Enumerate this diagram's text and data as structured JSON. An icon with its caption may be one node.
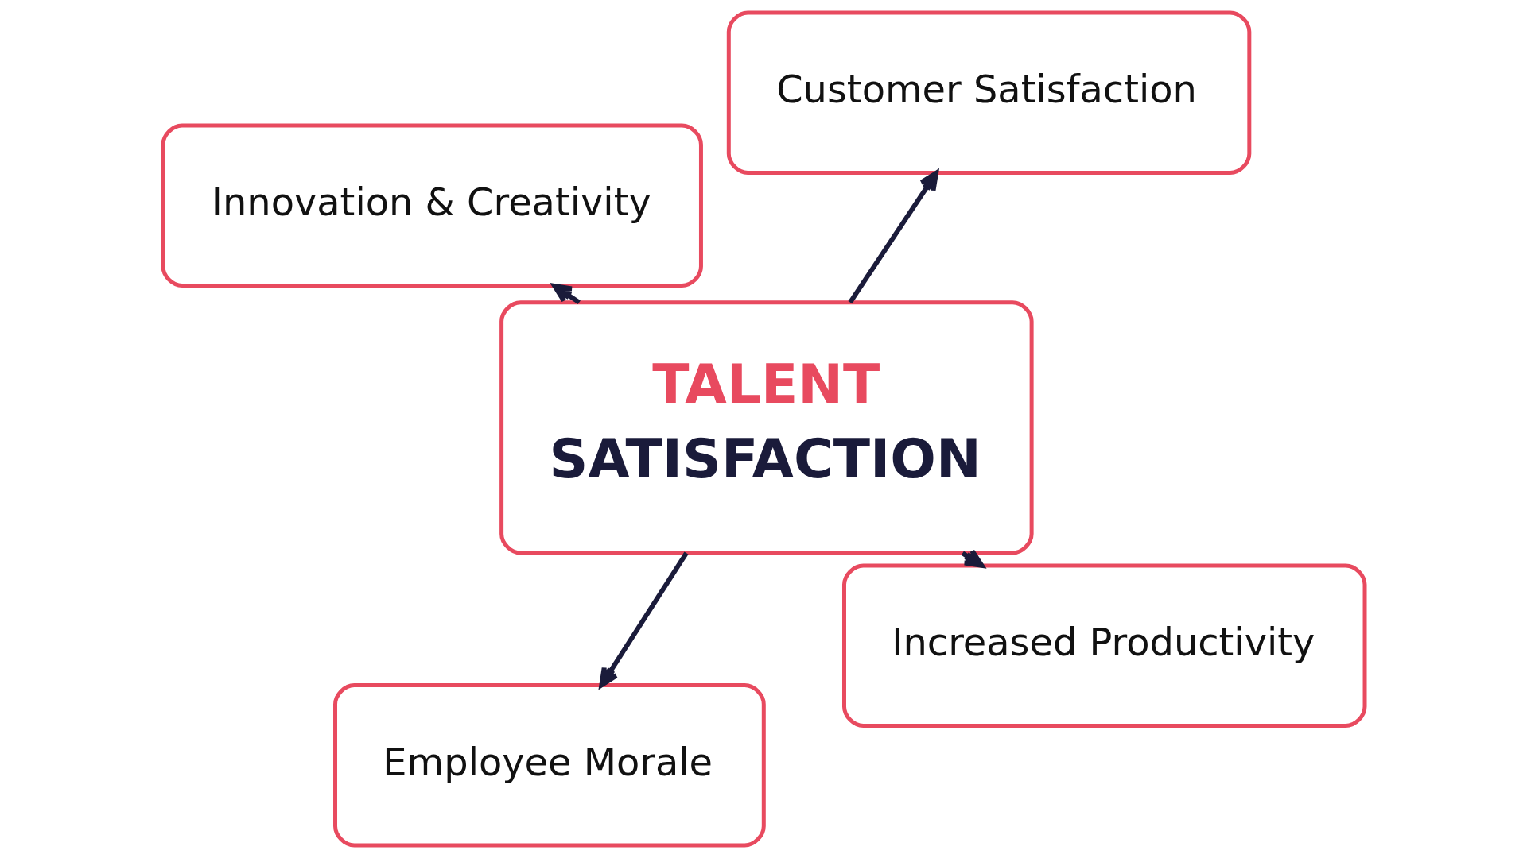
{
  "diagram": {
    "nodes": [
      {
        "text": [
          "TALENT",
          "SATISFACTION"
        ]
      },
      {
        "text": [
          "Increased Productivity"
        ]
      },
      {
        "text": [
          "Employee Morale"
        ]
      },
      {
        "text": [
          "Innovation & Creativity"
        ]
      },
      {
        "text": [
          "Customer Satisfaction"
        ]
      }
    ],
    "edges": [
      {
        "from": 0,
        "to": 1,
        "arrow": "to"
      },
      {
        "from": 0,
        "to": 2,
        "arrow": "to"
      },
      {
        "from": 0,
        "to": 3,
        "arrow": "to"
      },
      {
        "from": 0,
        "to": 4,
        "arrow": "to"
      }
    ]
  }
}
